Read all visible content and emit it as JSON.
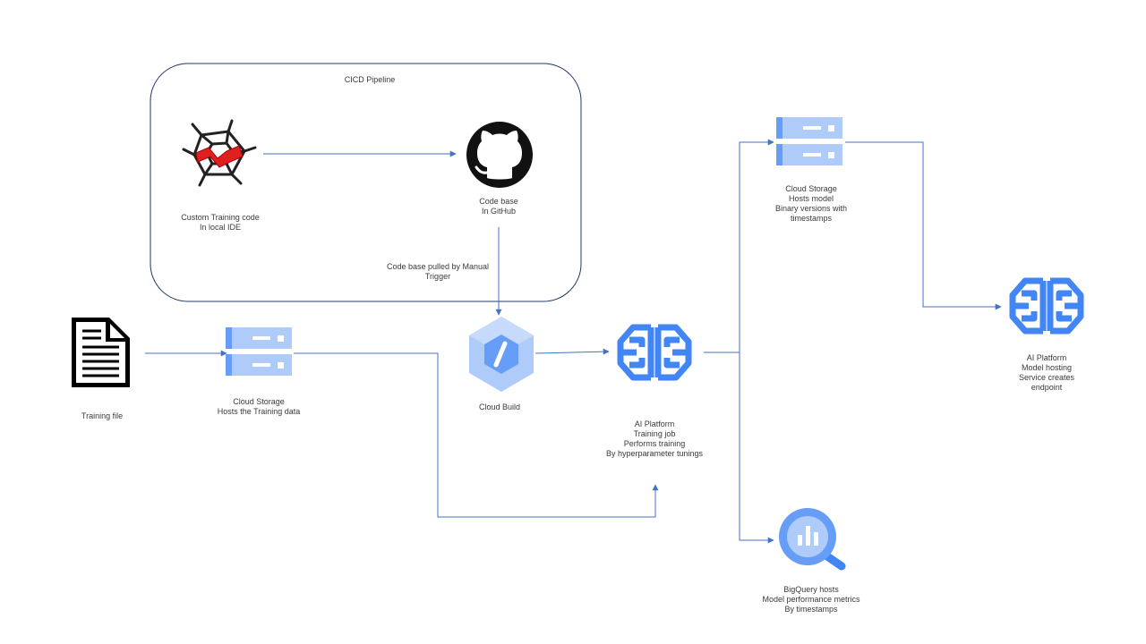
{
  "pipeline": {
    "title": "CICD Pipeline"
  },
  "nodes": {
    "ide": {
      "icon": "eclipse-ide-icon",
      "lines": [
        "Custom Training code",
        "In local IDE"
      ]
    },
    "github": {
      "icon": "github-icon",
      "lines": [
        "Code base",
        "In GitHub"
      ]
    },
    "training_file": {
      "icon": "document-icon",
      "lines": [
        "Training file"
      ]
    },
    "storage_training": {
      "icon": "cloud-storage-icon",
      "lines": [
        "Cloud Storage",
        "Hosts the Training data"
      ]
    },
    "cloud_build": {
      "icon": "cloud-build-icon",
      "lines": [
        "Cloud Build"
      ]
    },
    "ai_training": {
      "icon": "ai-platform-icon",
      "lines": [
        "AI Platform",
        "Training job",
        "Performs training",
        "By hyperparameter tunings"
      ]
    },
    "storage_model": {
      "icon": "cloud-storage-icon",
      "lines": [
        "Cloud Storage",
        "Hosts model",
        "Binary versions with",
        "timestamps"
      ]
    },
    "ai_hosting": {
      "icon": "ai-platform-icon",
      "lines": [
        "AI Platform",
        "Model hosting",
        "Service creates",
        "endpoint"
      ]
    },
    "bigquery": {
      "icon": "bigquery-icon",
      "lines": [
        "BigQuery hosts",
        "Model performance metrics",
        "By timestamps"
      ]
    }
  },
  "edges": {
    "pull_label": [
      "Code base pulled by Manual",
      "Trigger"
    ]
  },
  "colors": {
    "arrow": "#4472c4",
    "gcp_blue": "#4285f4",
    "gcp_light": "#aecbfa",
    "border": "#1f3864"
  }
}
